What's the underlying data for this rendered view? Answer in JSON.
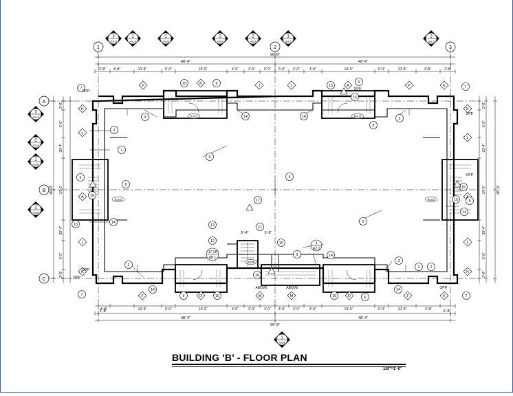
{
  "title": "BUILDING 'B' - FLOOR PLAN",
  "scale": "1/8\"=1'-0\"",
  "grid_lines": {
    "vertical": [
      "1",
      "2",
      "3"
    ],
    "horizontal": [
      "A",
      "B",
      "C"
    ]
  },
  "section_markers_top": [
    {
      "num": "3",
      "sheet": "A4.4"
    },
    {
      "num": "1",
      "sheet": "A4.4"
    },
    {
      "num": "1",
      "sheet": "A4.6"
    },
    {
      "num": "2",
      "sheet": "A4.6"
    },
    {
      "num": "2",
      "sheet": "A4.5"
    },
    {
      "num": "3",
      "sheet": "A4.5"
    },
    {
      "num": "2",
      "sheet": "A4.4"
    }
  ],
  "section_markers_left": [
    {
      "num": "3",
      "sheet": "A4.4"
    },
    {
      "num": "2",
      "sheet": "A4.4"
    },
    {
      "num": "1",
      "sheet": "A4.6"
    },
    {
      "num": "2",
      "sheet": "A4.6"
    }
  ],
  "section_marker_bottom": {
    "num": "1",
    "sheet": "A4.5"
  },
  "detail_marker": {
    "num": "1",
    "sheet": "A2.2"
  },
  "wall_section_marker": {
    "num": "17,18",
    "sheet": "A8.1"
  },
  "dimensions": {
    "overall": "96'-8\"",
    "half": "48'-4\"",
    "top_segments": [
      "2'-8\"",
      "4'-8\"",
      "10'-8\"",
      "6'-0\"",
      "14'-0\"",
      "4'-0\"",
      "3'-0\"",
      "5'-0\"",
      "5'-0\"",
      "3'-0\"",
      "4'-0\"",
      "14'-0\"",
      "6'-0\"",
      "10'-8\"",
      "4'-8\"",
      "2'-8\""
    ],
    "bottom_segments": [
      "4'-8\"",
      "10'-8\"",
      "6'-0\"",
      "14'-0\"",
      "4'-0\"",
      "3'-0\"",
      "4'-0\"",
      "4'-0\"",
      "3'-0\"",
      "4'-0\"",
      "14'-0\"",
      "6'-0\"",
      "10'-8\"",
      "4'-8\""
    ],
    "bottom_outer": [
      "2'-8\"",
      "48'-4\"",
      "48'-4\"",
      "2'-8\""
    ],
    "left_outer": "46'-8\"",
    "left_segments": [
      "2'-8\"",
      "6'-0\"",
      "20'-4\"",
      "14'-0\"",
      "20'-4\"",
      "6'-0\"",
      "2'-8\""
    ],
    "right_segments": [
      "2'-8\"",
      "6'-0\"",
      "20'-4\"",
      "14'-0\"",
      "20'-4\"",
      "6'-0\"",
      "2'-8\""
    ],
    "stair_dims": [
      "5'-4\"",
      "3'-8\""
    ]
  },
  "room_tags": [
    "B101",
    "B102",
    "B103",
    "B104",
    "B105"
  ],
  "door_tags": [
    "F",
    "J",
    "K",
    "L",
    "A",
    "B",
    "D",
    "M"
  ],
  "keynotes": [
    "1",
    "2",
    "3",
    "4",
    "5",
    "6",
    "7",
    "8",
    "9",
    "10",
    "11",
    "12",
    "13",
    "14",
    "15",
    "16",
    "17"
  ],
  "labels": {
    "opp": "OPP.",
    "above": "ABOVE"
  }
}
